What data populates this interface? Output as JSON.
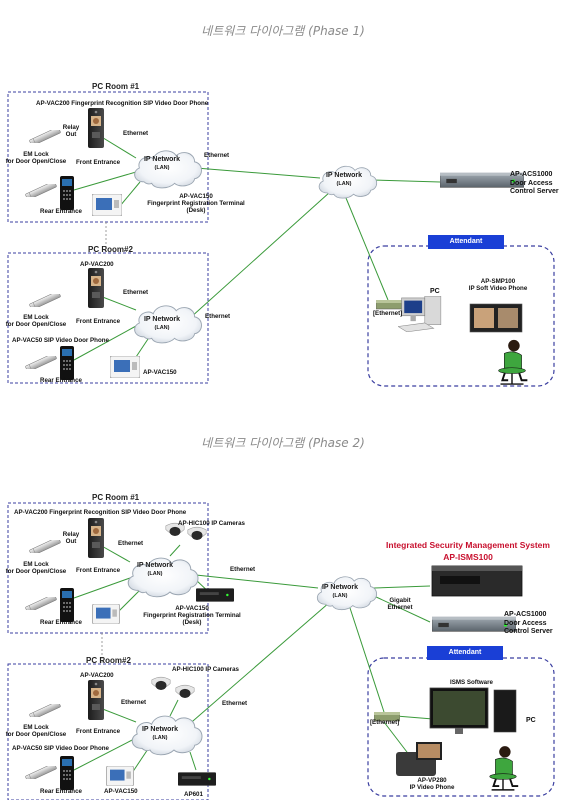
{
  "phase1": {
    "title": "네트워크 다이아그램 (Phase 1)",
    "room1": {
      "title": "PC Room #1",
      "device": "AP-VAC200 Fingerprint Recognition SIP Video Door Phone",
      "relay": "Relay\nOut",
      "emlock": "EM Lock\nfor Door Open/Close",
      "front": "Front  Entrance",
      "rear": "Rear Entrance",
      "ethernet": "Ethernet",
      "cloud": "IP Network",
      "cloud_sub": "(LAN)",
      "terminal": "AP-VAC150\nFingerprint Registration Terminal\n(Desk)"
    },
    "room2": {
      "title": "PC Room#2",
      "device": "AP-VAC200",
      "emlock": "EM Lock\nfor Door Open/Close",
      "front": "Front  Entrance",
      "vac50": "AP-VAC50 SIP Video Door Phone",
      "rear": "Rear Entrance",
      "ethernet": "Ethernet",
      "cloud": "IP Network",
      "cloud_sub": "(LAN)",
      "vac150": "AP-VAC150"
    },
    "ethernet_a": "Ethernet",
    "ethernet_b": "Ethernet",
    "main_cloud": "IP Network",
    "main_cloud_sub": "(LAN)",
    "server": "AP-ACS1000\nDoor Access\nControl Server",
    "attendant": "Attendant",
    "switch": "[Ethernet]",
    "pc": "PC",
    "softphone": "AP-SMP100\nIP Soft Video Phone"
  },
  "phase2": {
    "title": "네트워크 다이아그램 (Phase 2)",
    "room1": {
      "title": "PC Room #1",
      "device": "AP-VAC200 Fingerprint Recognition SIP Video Door Phone",
      "cameras": "AP-HIC100 IP Cameras",
      "relay": "Relay\nOut",
      "emlock": "EM Lock\nfor Door Open/Close",
      "front": "Front  Entrance",
      "rear": "Rear Entrance",
      "ethernet": "Ethernet",
      "cloud": "IP Network",
      "cloud_sub": "(LAN)",
      "terminal": "AP-VAC150\nFingerprint Registration Terminal\n(Desk)"
    },
    "room2": {
      "title": "PC Room#2",
      "cameras": "AP-HIC100 IP Cameras",
      "device": "AP-VAC200",
      "emlock": "EM Lock\nfor Door Open/Close",
      "front": "Front  Entrance",
      "vac50": "AP-VAC50 SIP Video Door Phone",
      "rear": "Rear Entrance",
      "ethernet": "Ethernet",
      "cloud": "IP Network",
      "cloud_sub": "(LAN)",
      "vac150": "AP-VAC150",
      "ap601": "AP601"
    },
    "ethernet_a": "Ethernet",
    "ethernet_b": "Ethernet",
    "main_cloud": "IP Network",
    "main_cloud_sub": "(LAN)",
    "isms_title": "Integrated Security Management System",
    "isms_model": "AP-ISMS100",
    "gigabit": "Gigabit\nEthernet",
    "server": "AP-ACS1000\nDoor Access\nControl Server",
    "attendant": "Attendant",
    "isms_software": "ISMS Software",
    "switch": "[Ethernet]",
    "pc": "PC",
    "videophone": "AP-VP280\nIP Video Phone"
  },
  "colors": {
    "link": "#3a9a3a",
    "dashed_border": "#3b3fa0",
    "attendant_bg": "#1a3fd6",
    "isms_red": "#c8102e"
  }
}
